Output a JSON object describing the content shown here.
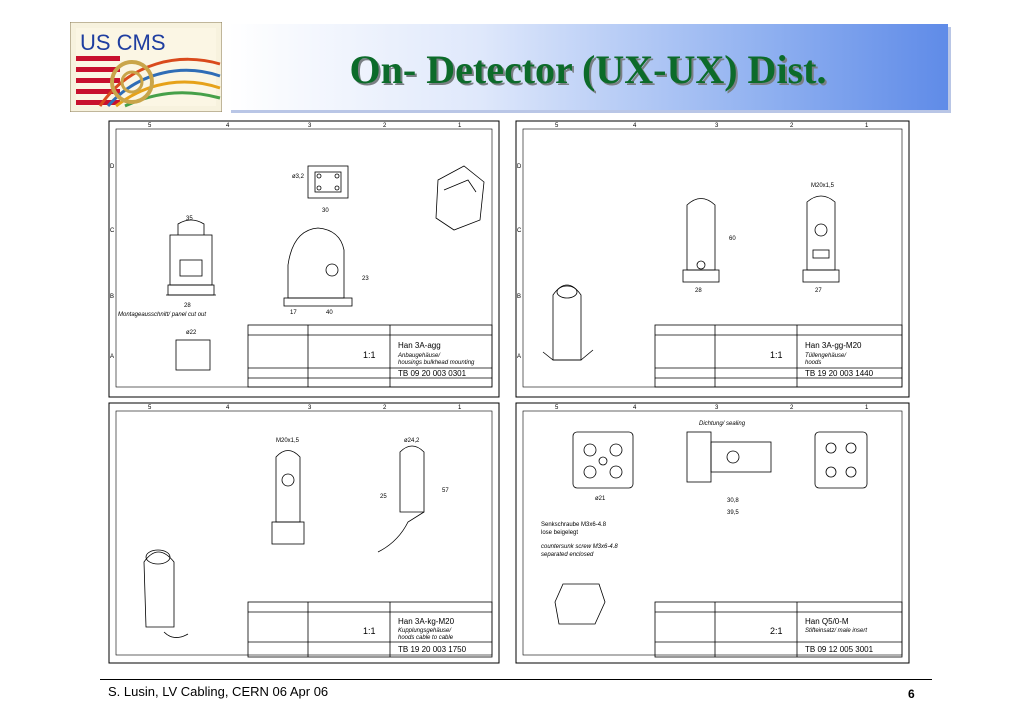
{
  "slide": {
    "logo_text": "US CMS",
    "title": "On- Detector (UX-UX) Dist.",
    "footer": "S. Lusin, LV Cabling, CERN 06 Apr 06",
    "page_number": "6"
  },
  "drawings": [
    {
      "name": "Han 3A-agg",
      "description": "Anbaugehäuse/",
      "description2": "housings bulkhead mounting",
      "part_number": "TB 09 20 003 0301",
      "scale": "1:1",
      "dims": [
        "35",
        "28",
        "30",
        "40",
        "17",
        "23",
        "ø3,2",
        "ø22"
      ],
      "note": "Montageausschnitt/ panel cut out"
    },
    {
      "name": "Han 3A-gg-M20",
      "description": "Tüllengehäuse/",
      "description2": "hoods",
      "part_number": "TB 19 20 003 1440",
      "scale": "1:1",
      "dims": [
        "M20x1,5",
        "28",
        "27",
        "60"
      ]
    },
    {
      "name": "Han 3A-kg-M20",
      "description": "Kupplungsgehäuse/",
      "description2": "hoods cable to cable",
      "part_number": "TB 19 20 003 1750",
      "scale": "1:1",
      "dims": [
        "M20x1,5",
        "ø24,2",
        "25",
        "57"
      ]
    },
    {
      "name": "Han Q5/0-M",
      "description": "Stifteinsatz/ male insert",
      "description2": "",
      "part_number": "TB 09 12 005 3001",
      "scale": "2:1",
      "dims": [
        "30,8",
        "39,5",
        "ø21"
      ],
      "note": "Dichtung/ sealing",
      "note2": "Senkschraube M3x6-4.8",
      "note3": "lose beigelegt",
      "note4": "countersunk screw M3x6-4.8",
      "note5": "separated enclosed"
    }
  ]
}
